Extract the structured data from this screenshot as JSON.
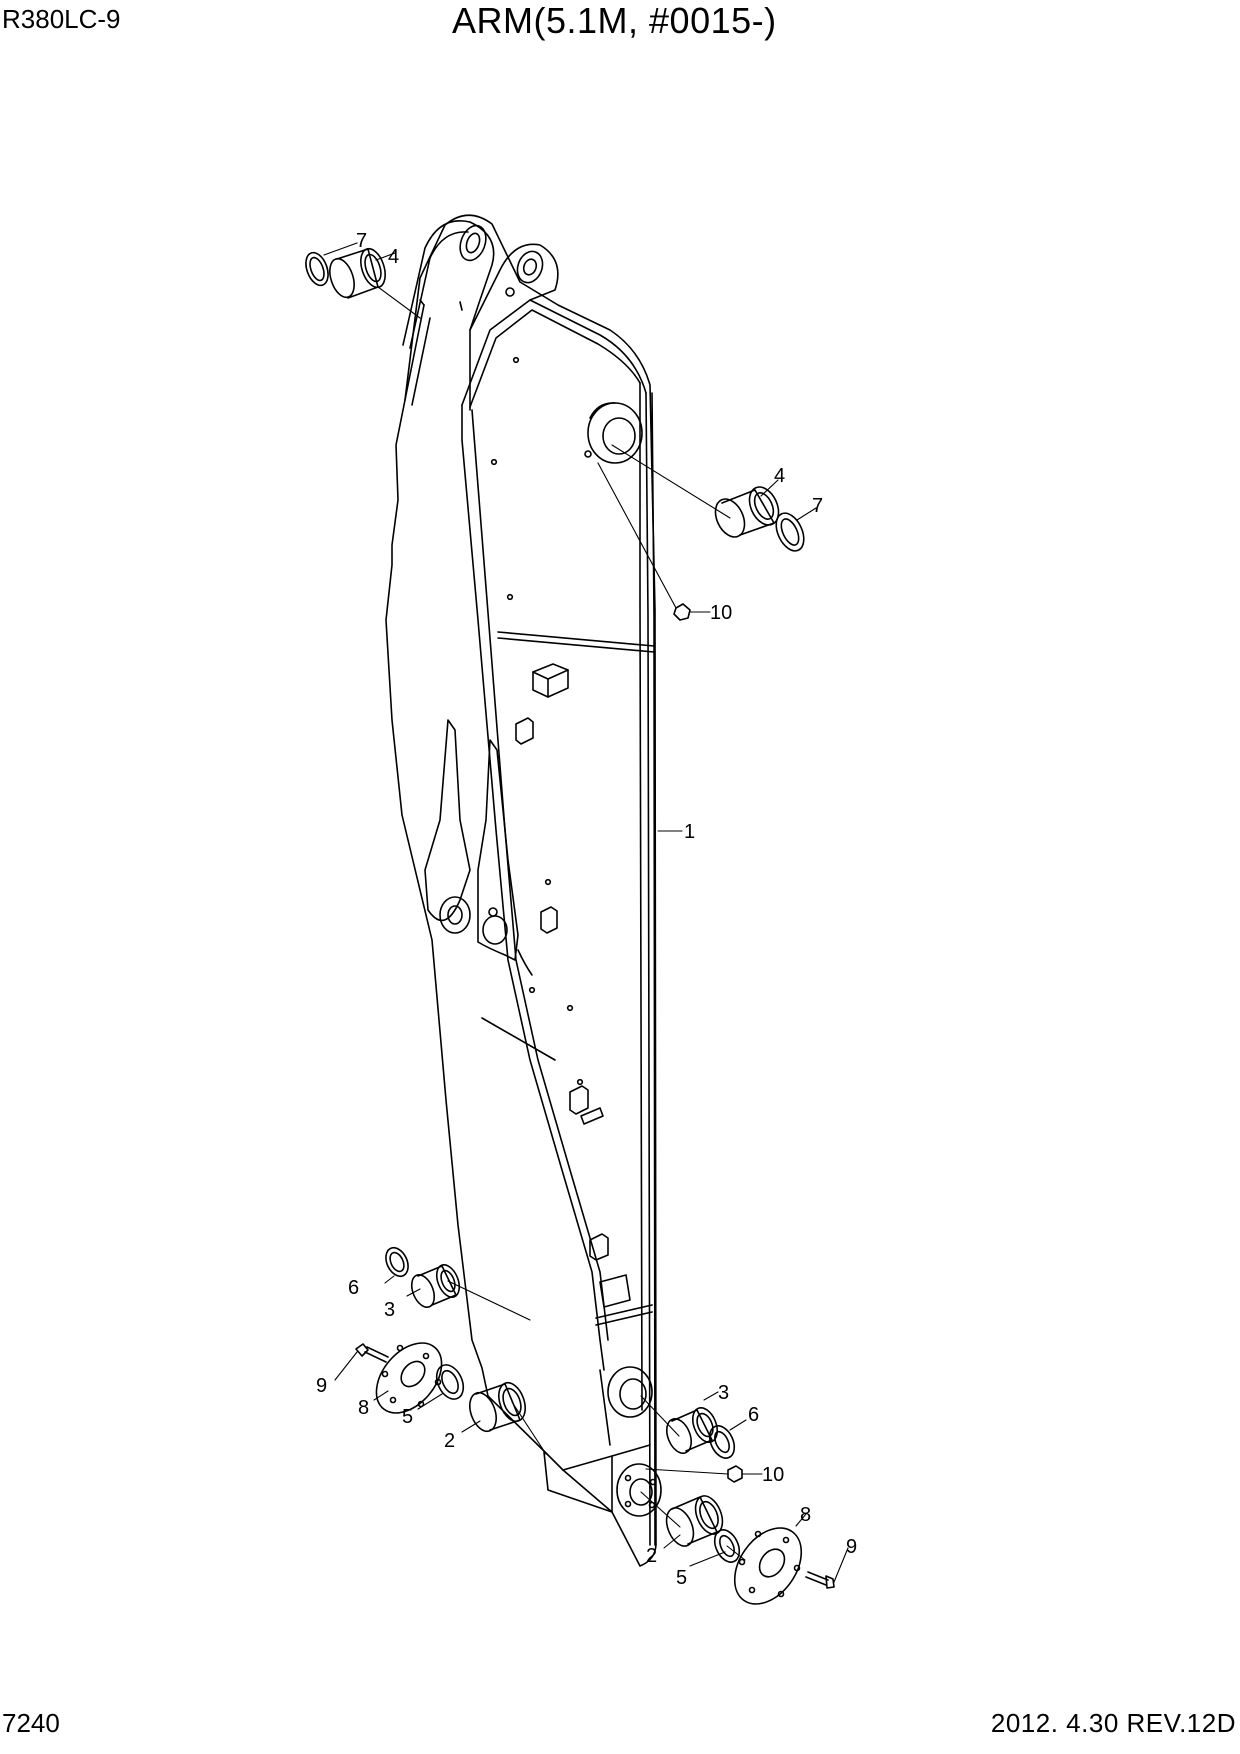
{
  "header": {
    "model": "R380LC-9",
    "title": "ARM(5.1M, #0015-)"
  },
  "footer": {
    "page": "7240",
    "revision": "2012. 4.30  REV.12D"
  },
  "callouts": [
    "7",
    "4",
    "4",
    "7",
    "10",
    "1",
    "6",
    "3",
    "9",
    "8",
    "5",
    "2",
    "3",
    "6",
    "10",
    "2",
    "5",
    "8",
    "9"
  ]
}
